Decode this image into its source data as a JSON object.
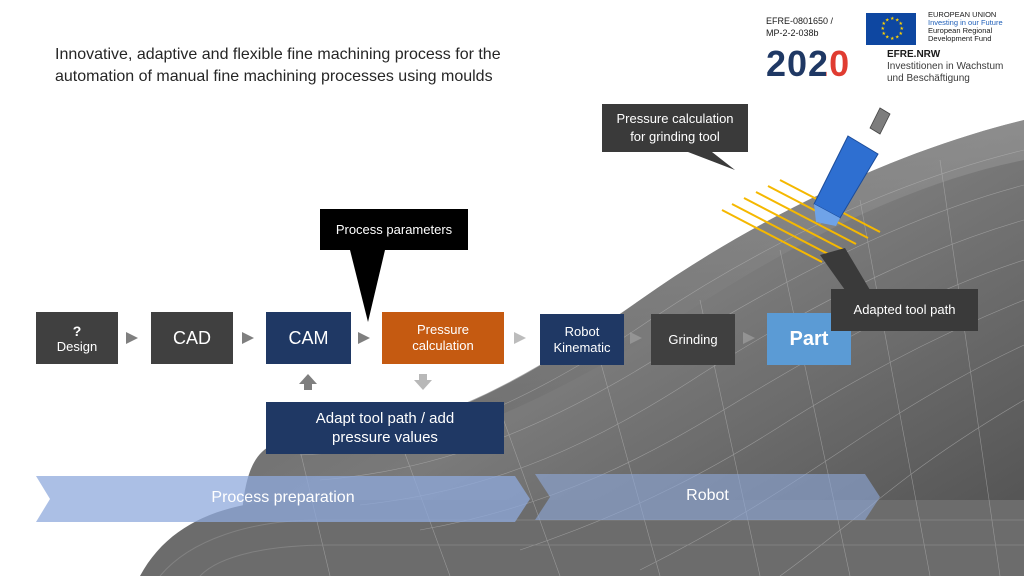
{
  "title": "Innovative, adaptive and flexible fine machining process for the automation of manual fine machining processes using moulds",
  "funding": {
    "project_id_line1": "EFRE-0801650 /",
    "project_id_line2": "MP-2-2-038b",
    "eu_label": "EUROPEAN UNION",
    "eu_slogan": "Investing in our Future",
    "eu_fund_line1": "European Regional",
    "eu_fund_line2": "Development Fund",
    "logo_year": "2020",
    "efre_name": "EFRE.NRW",
    "efre_line1": "Investitionen in Wachstum",
    "efre_line2": "und Beschäftigung"
  },
  "process_steps": [
    {
      "id": "design",
      "icon": "?",
      "label": "Design",
      "color": "#404040"
    },
    {
      "id": "cad",
      "label": "CAD",
      "color": "#404040"
    },
    {
      "id": "cam",
      "label": "CAM",
      "color": "#1f3864"
    },
    {
      "id": "pressure",
      "label": "Pressure calculation",
      "color": "#c55a11"
    },
    {
      "id": "robot-kinematic",
      "label": "Robot Kinematic",
      "color": "#1f3864"
    },
    {
      "id": "grinding",
      "label": "Grinding",
      "color": "#404040"
    },
    {
      "id": "part",
      "label": "Part",
      "color": "#5b9bd5"
    }
  ],
  "feedback_box": {
    "label": "Adapt tool path / add pressure values",
    "color": "#1f3864"
  },
  "callouts": {
    "process_parameters": "Process parameters",
    "pressure_grinding": "Pressure calculation for grinding tool",
    "adapted_tool_path": "Adapted tool path"
  },
  "phases": [
    {
      "id": "process-preparation",
      "label": "Process preparation"
    },
    {
      "id": "robot",
      "label": "Robot"
    }
  ],
  "colors": {
    "dark_gray": "#404040",
    "navy": "#1f3864",
    "orange": "#c55a11",
    "light_blue": "#5b9bd5",
    "tool_path": "#f5b800",
    "tool_blue": "#2e6fd1",
    "phase_blue": "#8faadc"
  }
}
